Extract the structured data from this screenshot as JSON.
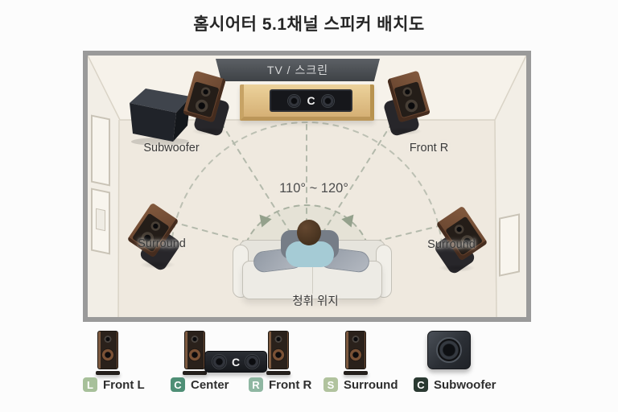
{
  "title": "홈시어터 5.1채널 스피커 배치도",
  "room": {
    "tv_label": "TV / 스크린",
    "center_letter": "C",
    "angle_label": "110° ~ 120°",
    "listening_position_label": "청휘 위지",
    "labels": {
      "subwoofer": "Subwoofer",
      "front_right": "Front R",
      "surround_left": "Surround",
      "surround_right": "Surround"
    }
  },
  "legend": {
    "center_bar_letter": "C",
    "items": [
      {
        "badge": "L",
        "label": "Front L",
        "color": "#a7c09a"
      },
      {
        "badge": "C",
        "label": "Center",
        "color": "#4f8f76"
      },
      {
        "badge": "R",
        "label": "Front R",
        "color": "#8fb7a2"
      },
      {
        "badge": "S",
        "label": "Surround",
        "color": "#b1c39e"
      },
      {
        "badge": "C",
        "label": "Subwoofer",
        "color": "#2b3a32"
      }
    ]
  },
  "colors": {
    "dash_line": "#b4baac",
    "arc_fill": "rgba(150,170,140,0.10)",
    "floor": "#efe9df",
    "wall": "#f4f0e9",
    "room_border": "#9a9a9a"
  }
}
